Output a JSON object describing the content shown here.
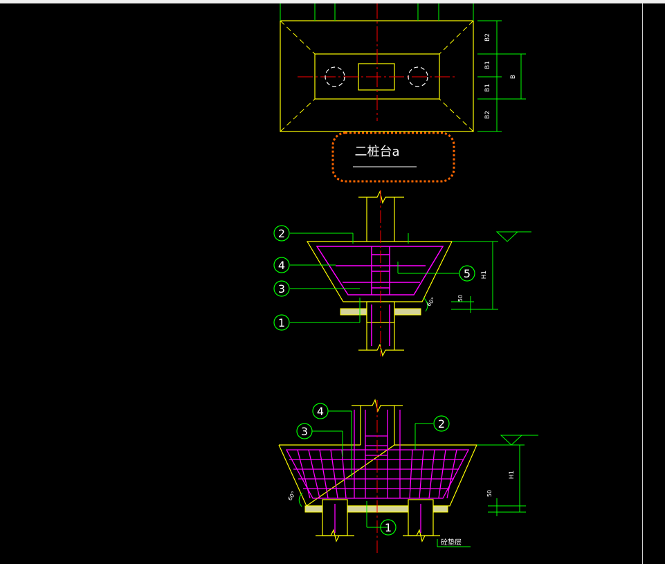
{
  "colors": {
    "background": "#000000",
    "outline": "#ffff00",
    "dimension": "#00ff00",
    "centerline": "#ff0000",
    "rebar": "#ff00ff",
    "cloud": "#ff6600",
    "text": "#ffffff"
  },
  "plan": {
    "title": "二桩台a",
    "dim_labels": [
      "B2",
      "B1",
      "B1",
      "B2"
    ],
    "dim_total": "B"
  },
  "section_a": {
    "callouts": [
      "2",
      "4",
      "3",
      "1",
      "5"
    ],
    "dim_height": "H1",
    "dim_cover": "50",
    "angle": "60°"
  },
  "section_b": {
    "callouts": [
      "4",
      "3",
      "2",
      "1"
    ],
    "dim_height": "H1",
    "dim_cover": "50",
    "angle": "60°",
    "cushion_label": "砼垫层"
  }
}
